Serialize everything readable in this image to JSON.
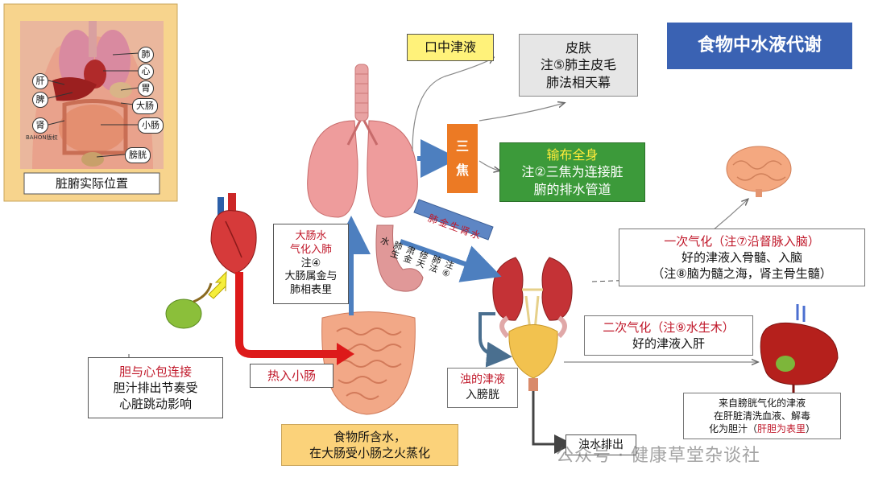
{
  "title": "食物中水液代谢",
  "inset": {
    "caption": "脏腑实际位置",
    "labels": {
      "fei": "肺",
      "xin": "心",
      "gan": "肝",
      "pi": "脾",
      "wei": "胃",
      "dachang": "大肠",
      "shen": "肾",
      "xiaochang": "小肠",
      "pangguang": "膀胱"
    },
    "small_text": "BAHON版权"
  },
  "box_kouzhong": "口中津液",
  "box_pifu": {
    "line1": "皮肤",
    "line2": "注⑤肺主皮毛",
    "line3": "肺法相天幕"
  },
  "sanjiao": "三焦",
  "box_shubu": {
    "line1": "输布全身",
    "line2": "注②三焦为连接脏",
    "line3": "腑的排水管道"
  },
  "box_dachang": {
    "line1": "大肠水",
    "line2": "气化入肺",
    "line3": "注④",
    "line4": "大肠属金与",
    "line5": "肺相表里"
  },
  "arrow_lung_kidney": "肺金生肾水",
  "note6": {
    "col1": "注⑥",
    "col2": "肺法",
    "col3": "修天",
    "col4": "肃金",
    "col5": "肺生",
    "col6": "水"
  },
  "box_yici": {
    "line1": "一次气化（注⑦沿督脉入脑）",
    "line2": "好的津液入骨髓、入脑",
    "line3": "（注⑧脑为髓之海，肾主骨生髓）"
  },
  "box_erci": {
    "line1": "二次气化（注⑨水生木）",
    "line2": "好的津液入肝"
  },
  "box_zhuode": {
    "line1": "浊的津液",
    "line2": "入膀胱"
  },
  "box_laizi": {
    "line1": "来自膀胱气化的津液",
    "line2": "在肝脏清洗血液、解毒",
    "line3a": "化为胆汁（",
    "line3b": "肝胆为表里",
    "line3c": "）"
  },
  "box_dan": {
    "line1": "胆与心包连接",
    "line2": "胆汁排出节奏受",
    "line3": "心脏跳动影响"
  },
  "box_rezhi": "热入小肠",
  "box_shiwu": {
    "line1": "食物所含水，",
    "line2": "在大肠受小肠之火蒸化"
  },
  "box_zhuoshui": "浊水排出",
  "watermark": "公众号 · 健康草堂杂谈社",
  "colors": {
    "title_bg": "#3a62b3",
    "yellow": "#fff27a",
    "green_box": "#3c9a3a",
    "orange_gold": "#fbd27a",
    "red_arrow": "#dd1a1a",
    "blue_arrow": "#4d7fbf"
  }
}
